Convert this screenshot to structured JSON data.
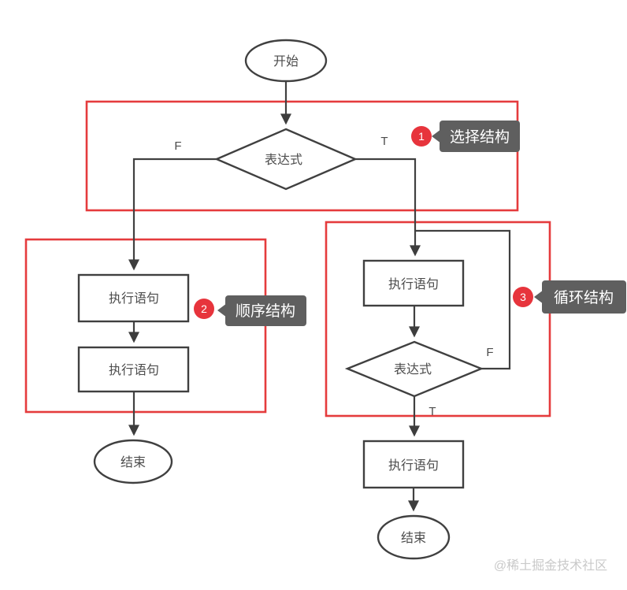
{
  "nodes": {
    "start": "开始",
    "selection_condition": "表达式",
    "seq_statement_1": "执行语句",
    "seq_statement_2": "执行语句",
    "seq_end": "结束",
    "loop_body": "执行语句",
    "loop_condition": "表达式",
    "loop_after_statement": "执行语句",
    "loop_end": "结束"
  },
  "branch_labels": {
    "selection_false": "F",
    "selection_true": "T",
    "loop_false": "F",
    "loop_true": "T"
  },
  "annotations": [
    {
      "badge": "1",
      "label": "选择结构"
    },
    {
      "badge": "2",
      "label": "顺序结构"
    },
    {
      "badge": "3",
      "label": "循环结构"
    }
  ],
  "watermark": "@稀土掘金技术社区",
  "colors": {
    "flow_line": "#404040",
    "highlight_red": "#e53b3d",
    "badge_red": "#e7343c",
    "tooltip_bg": "#5f5f5f",
    "tooltip_text": "#ffffff",
    "watermark": "#c9c9c9"
  }
}
